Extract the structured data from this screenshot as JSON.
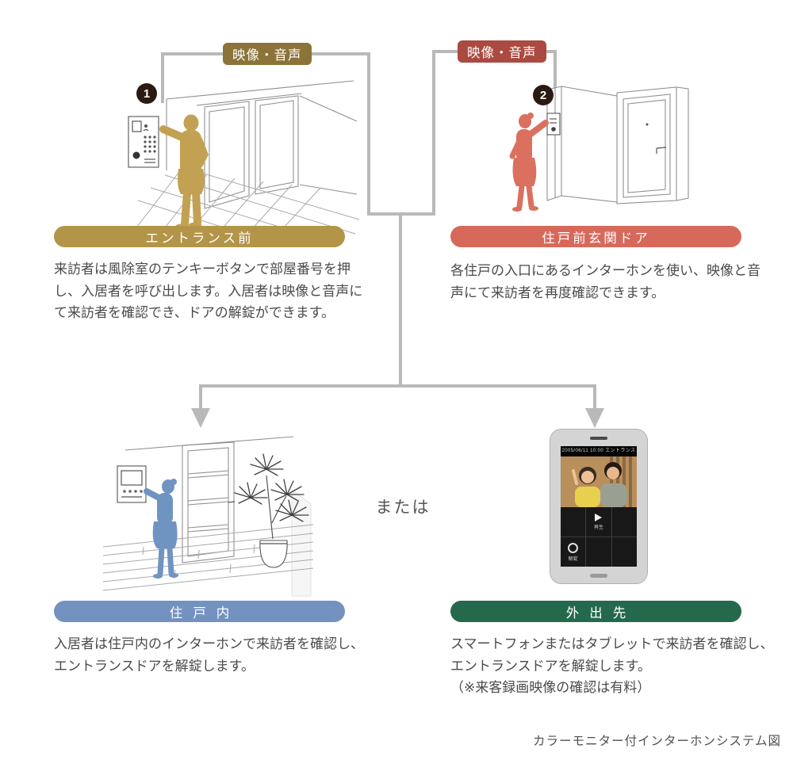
{
  "colors": {
    "gold_label": "#8b7339",
    "gold_pill": "#b3954a",
    "red_label": "#ab4a40",
    "red_pill": "#d7695b",
    "blue_pill": "#7392c0",
    "green_pill": "#25694d",
    "line_gray": "#b9b9b9",
    "badge_dark": "#2b1a12",
    "body_text": "#4a4a4a",
    "figure_gold": "#c3a152",
    "figure_red": "#db705e",
    "figure_blue": "#7094c1",
    "art_line": "#8f8f8f"
  },
  "connections": {
    "left_label": "映像・音声",
    "right_label": "映像・音声"
  },
  "sections": {
    "entrance": {
      "badge": "1",
      "title": "エントランス前",
      "description": "来訪者は風除室のテンキーボタンで部屋番号を押し、入居者を呼び出します。入居者は映像と音声にて来訪者を確認でき、ドアの解錠ができます。"
    },
    "front_door": {
      "badge": "2",
      "title": "住戸前玄関ドア",
      "description": "各住戸の入口にあるインターホンを使い、映像と音声にて来訪者を再度確認できます。"
    },
    "indoor": {
      "title": "住戸内",
      "description": "入居者は住戸内のインターホンで来訪者を確認し、エントランスドアを解錠します。"
    },
    "outside": {
      "title": "外出先",
      "description": "スマートフォンまたはタブレットで来訪者を確認し、エントランスドアを解錠します。",
      "note": "（※来客録画映像の確認は有料）"
    }
  },
  "or_text": "または",
  "caption": "カラーモニター付インターホンシステム図",
  "phone": {
    "screen_header": "2005/06/11 10:00 エントランス",
    "play_label": "再生",
    "unlock_label": "解錠"
  }
}
